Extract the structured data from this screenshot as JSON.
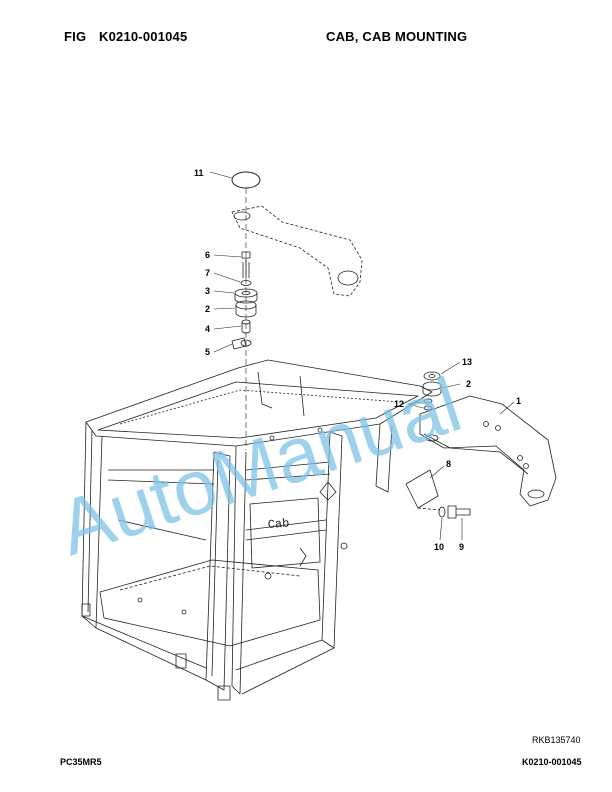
{
  "header": {
    "fig_label": "FIG",
    "fig_number": "K0210-001045",
    "title": "CAB, CAB MOUNTING"
  },
  "drawing": {
    "cab_label": "Cab",
    "callouts": {
      "c1": "1",
      "c2a": "2",
      "c2b": "2",
      "c3": "3",
      "c4": "4",
      "c5": "5",
      "c6": "6",
      "c7": "7",
      "c8": "8",
      "c9": "9",
      "c10": "10",
      "c11": "11",
      "c12": "12",
      "c13": "13"
    },
    "watermark": "AutoManual"
  },
  "footer": {
    "ref_code": "RKB135740",
    "model": "PC35MR5",
    "fig_number": "K0210-001045"
  }
}
